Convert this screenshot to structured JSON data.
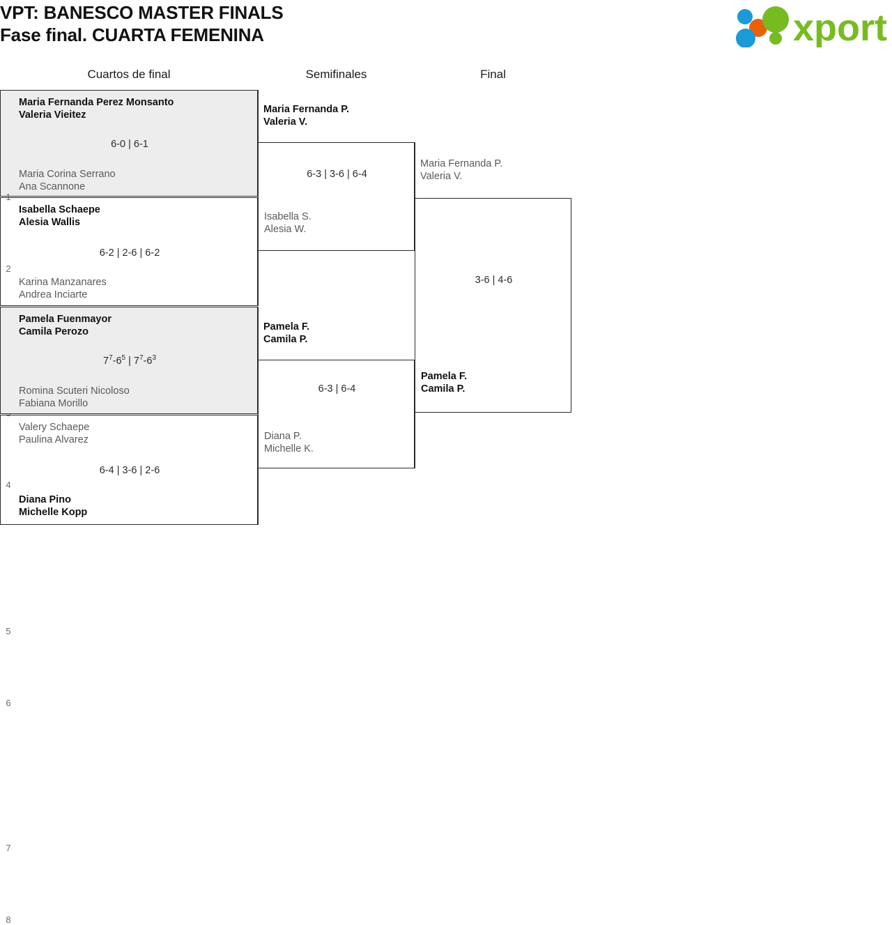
{
  "header": {
    "title_line1": "VPT: BANESCO MASTER FINALS",
    "title_line2": "Fase final. CUARTA FEMENINA"
  },
  "logo": {
    "wordmark": "xporty",
    "green": "#76bc21",
    "blue": "#1a9ad7",
    "orange": "#e8620c"
  },
  "rounds": [
    {
      "label": "Cuartos de final"
    },
    {
      "label": "Semifinales"
    },
    {
      "label": "Final"
    }
  ],
  "bracket": {
    "quarterfinals": [
      {
        "score": "6-0 | 6-1",
        "top": {
          "seed": "1",
          "player1": "Maria Fernanda Perez Monsanto",
          "player2": "Valeria Vieitez",
          "winner": true
        },
        "bottom": {
          "seed": "2",
          "player1": "Maria Corina Serrano",
          "player2": "Ana Scannone",
          "winner": false
        }
      },
      {
        "score": "6-2 | 2-6 | 6-2",
        "top": {
          "seed": "3",
          "player1": "Isabella Schaepe",
          "player2": "Alesia Wallis",
          "winner": true
        },
        "bottom": {
          "seed": "4",
          "player1": "Karina Manzanares",
          "player2": "Andrea Inciarte",
          "winner": false
        }
      },
      {
        "score_html": "7<sup>7</sup>-6<sup>5</sup> | 7<sup>7</sup>-6<sup>3</sup>",
        "score": "77-65 | 77-63",
        "top": {
          "seed": "5",
          "player1": "Pamela Fuenmayor",
          "player2": "Camila Perozo",
          "winner": true
        },
        "bottom": {
          "seed": "6",
          "player1": "Romina Scuteri Nicoloso",
          "player2": "Fabiana Morillo",
          "winner": false
        }
      },
      {
        "score": "6-4 | 3-6 | 2-6",
        "top": {
          "seed": "7",
          "player1": "Valery Schaepe",
          "player2": "Paulina Alvarez",
          "winner": false
        },
        "bottom": {
          "seed": "8",
          "player1": "Diana Pino",
          "player2": "Michelle Kopp",
          "winner": true
        }
      }
    ],
    "semifinals": [
      {
        "score": "6-3 | 3-6 | 6-4",
        "top": {
          "player1": "Maria Fernanda P.",
          "player2": "Valeria V.",
          "winner": true
        },
        "bottom": {
          "player1": "Isabella S.",
          "player2": "Alesia W.",
          "winner": false
        }
      },
      {
        "score": "6-3 | 6-4",
        "top": {
          "player1": "Pamela F.",
          "player2": "Camila P.",
          "winner": true
        },
        "bottom": {
          "player1": "Diana P.",
          "player2": "Michelle K.",
          "winner": false
        }
      }
    ],
    "final": [
      {
        "score": "3-6 | 4-6",
        "top": {
          "player1": "Maria Fernanda P.",
          "player2": "Valeria V.",
          "winner": false
        },
        "bottom": {
          "player1": "Pamela F.",
          "player2": "Camila P.",
          "winner": true
        }
      }
    ]
  }
}
